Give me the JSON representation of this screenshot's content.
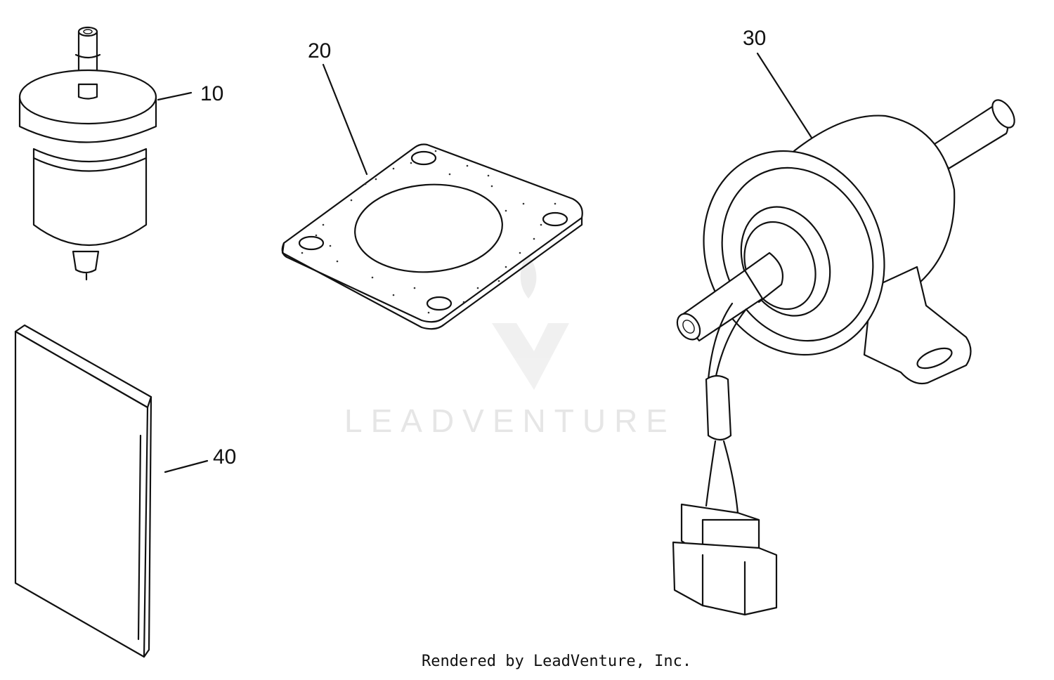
{
  "diagram": {
    "parts": [
      {
        "id": "filter",
        "callout": "10"
      },
      {
        "id": "gasket",
        "callout": "20"
      },
      {
        "id": "pump",
        "callout": "30"
      },
      {
        "id": "manual",
        "callout": "40"
      }
    ],
    "watermark": "LEADVENTURE",
    "footer": "Rendered by LeadVenture, Inc."
  },
  "colors": {
    "ink": "#111111",
    "watermark": "#e6e6e6",
    "background": "#ffffff"
  }
}
